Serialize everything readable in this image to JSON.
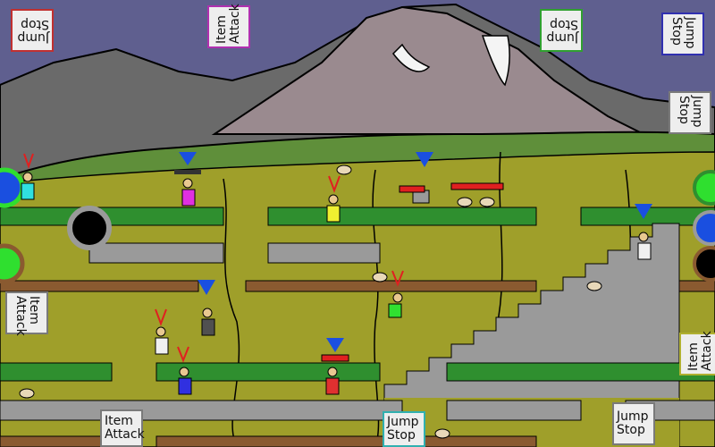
{
  "buttons": {
    "tl": {
      "l1": "Jump",
      "l2": "Stop",
      "border": "#c03030"
    },
    "tc": {
      "l1": "Item",
      "l2": "Attack",
      "border": "#b030b0"
    },
    "tc2": {
      "l1": "Jump",
      "l2": "Stop",
      "border": "#30a030"
    },
    "tr": {
      "l1": "Jump",
      "l2": "Stop",
      "border": "#3030b0"
    },
    "r2": {
      "l1": "Jump",
      "l2": "Stop",
      "border": "#7a7a7a"
    },
    "l1": {
      "l1": "Item",
      "l2": "Attack",
      "border": "#7a7a7a"
    },
    "r3": {
      "l1": "Item",
      "l2": "Attack",
      "border": "#b0b030"
    },
    "b1": {
      "l1": "Item",
      "l2": "Attack",
      "border": "#7a7a7a"
    },
    "b2": {
      "l1": "Jump",
      "l2": "Stop",
      "border": "#30b0b0"
    },
    "b3": {
      "l1": "Jump",
      "l2": "Stop",
      "border": "#7a7a7a"
    }
  },
  "colors": {
    "sky": "#5f5f8f",
    "ground": "#9f9f2a",
    "grass": "#2f8f2f",
    "stone": "#9a9a9a",
    "wood": "#8a5a30",
    "mountain_far": "#6a6a6a",
    "mountain_near": "#9a8a8f",
    "hill": "#5f8f3a",
    "p_cyan": "#30e0e0",
    "p_magenta": "#e030e0",
    "p_yellow": "#f0f030",
    "p_white": "#f0f0f0",
    "p_green": "#30e030",
    "p_red": "#e03030",
    "p_blue": "#3030e0",
    "p_gray": "#707070"
  }
}
